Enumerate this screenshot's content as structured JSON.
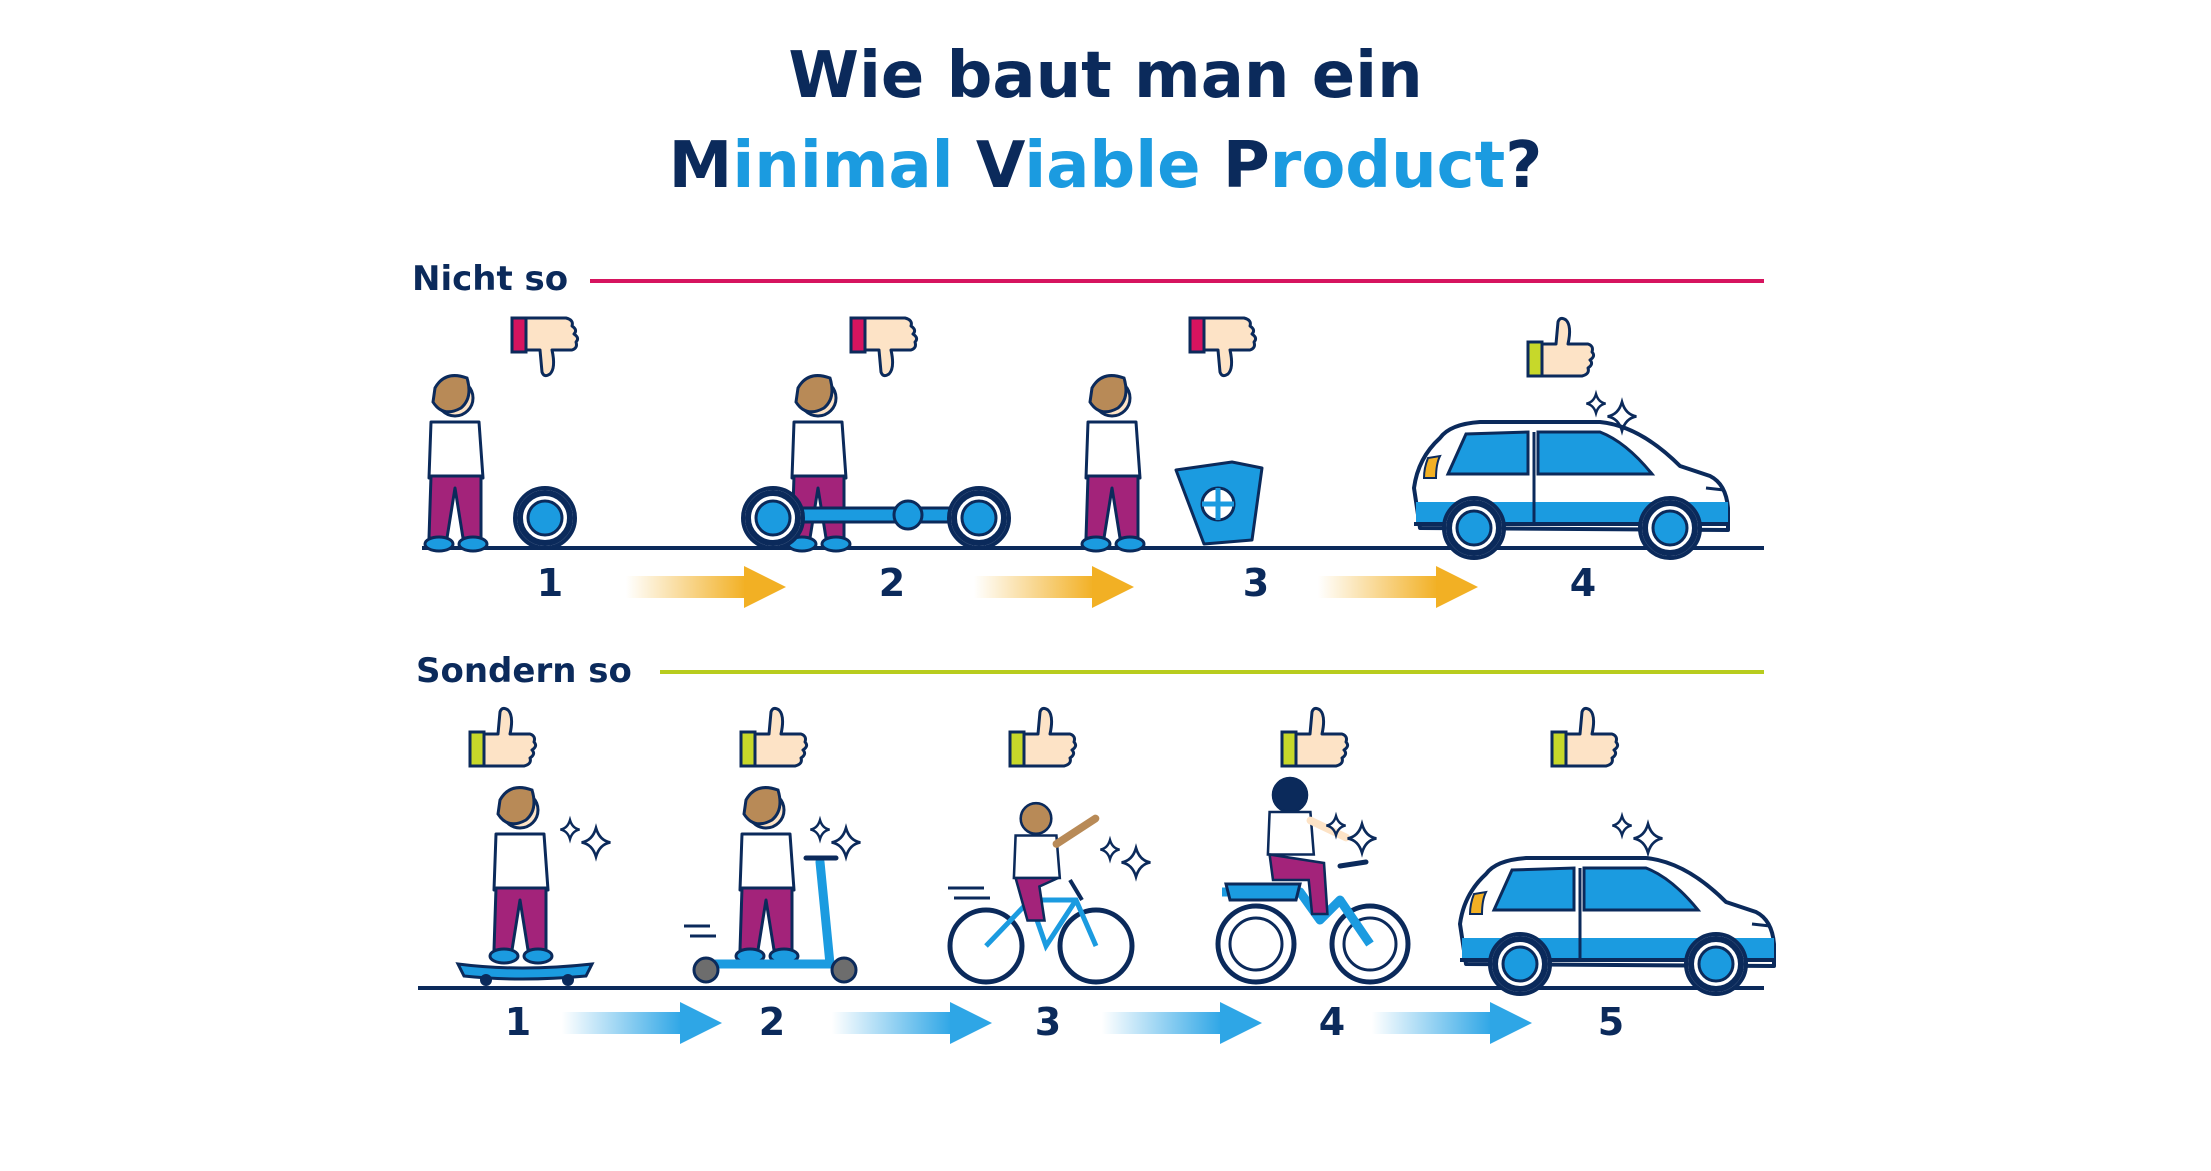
{
  "title": {
    "line1": "Wie baut man ein",
    "line2_parts": [
      {
        "text": "M",
        "style": "cap"
      },
      {
        "text": "inimal ",
        "style": "low"
      },
      {
        "text": "V",
        "style": "cap"
      },
      {
        "text": "iable ",
        "style": "low"
      },
      {
        "text": "P",
        "style": "cap"
      },
      {
        "text": "roduct",
        "style": "low"
      },
      {
        "text": "?",
        "style": "cap"
      }
    ]
  },
  "colors": {
    "navy": "#0b2a5b",
    "blue": "#1b9be0",
    "wrong_line": "#d6145f",
    "right_line": "#b8cc1e",
    "arrow_orange": "#f2b024",
    "arrow_blue": "#2ea6e6",
    "thumb_down_cuff": "#d6145f",
    "thumb_up_cuff": "#b8cc1e",
    "pants": "#a3237a"
  },
  "wrong": {
    "label": "Nicht so",
    "steps": [
      {
        "number": "1",
        "icon": "wheel-icon",
        "feedback": "thumbs-down-icon"
      },
      {
        "number": "2",
        "icon": "chassis-icon",
        "feedback": "thumbs-down-icon"
      },
      {
        "number": "3",
        "icon": "car-body-icon",
        "feedback": "thumbs-down-icon"
      },
      {
        "number": "4",
        "icon": "car-icon",
        "feedback": "thumbs-up-icon"
      }
    ]
  },
  "right": {
    "label": "Sondern so",
    "steps": [
      {
        "number": "1",
        "icon": "skateboard-icon",
        "feedback": "thumbs-up-icon"
      },
      {
        "number": "2",
        "icon": "scooter-icon",
        "feedback": "thumbs-up-icon"
      },
      {
        "number": "3",
        "icon": "bicycle-icon",
        "feedback": "thumbs-up-icon"
      },
      {
        "number": "4",
        "icon": "motorcycle-icon",
        "feedback": "thumbs-up-icon"
      },
      {
        "number": "5",
        "icon": "car-icon",
        "feedback": "thumbs-up-icon"
      }
    ]
  }
}
